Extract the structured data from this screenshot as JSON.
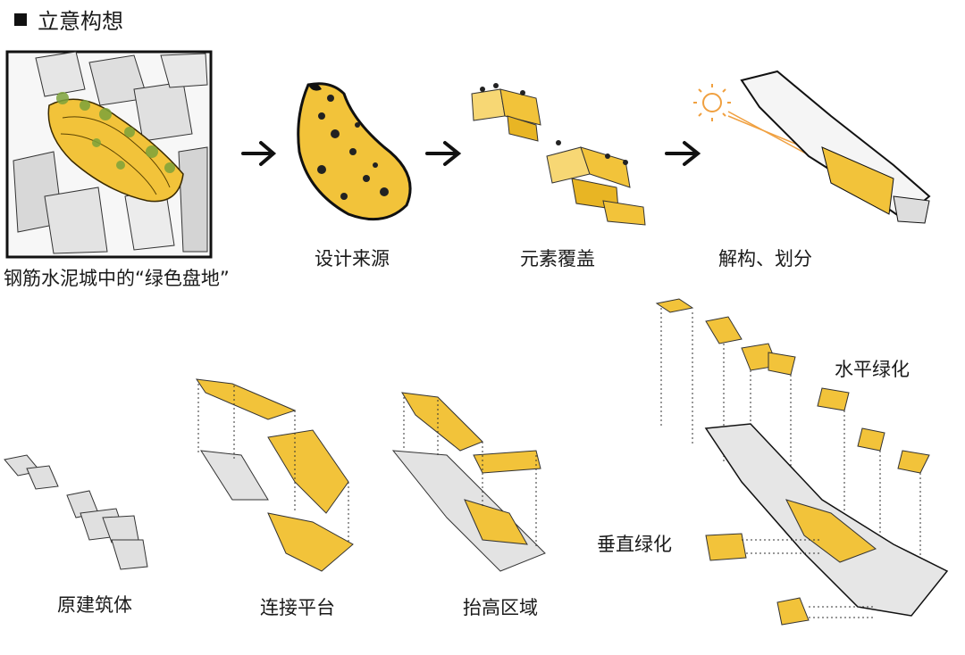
{
  "section_title": "立意构想",
  "top_row": {
    "step1": "钢筋水泥城中的“绿色盘地”",
    "step2": "设计来源",
    "step3": "元素覆盖",
    "step4": "解构、划分"
  },
  "bottom_row": {
    "step1": "原建筑体",
    "step2": "连接平台",
    "step3": "抬高区域"
  },
  "exploded_labels": {
    "horizontal": "水平绿化",
    "vertical": "垂直绿化"
  },
  "colors": {
    "accent_yellow": "#f2c33a",
    "dark_outline": "#1a1a1a",
    "grey_block": "#d9d9d9",
    "sun_orange": "#f0a040"
  }
}
